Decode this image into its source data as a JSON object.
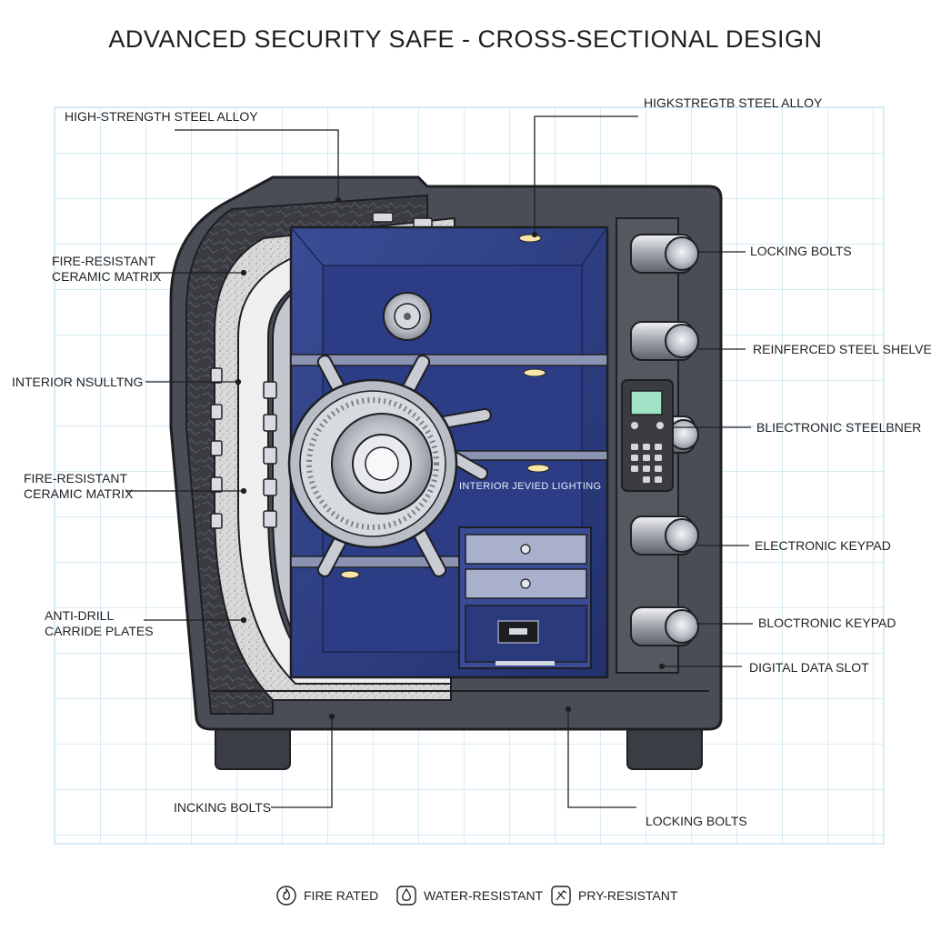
{
  "title": "ADVANCED SECURITY SAFE - CROSS-SECTIONAL DESIGN",
  "labels": {
    "top_left": "HIGH-STRENGTH STEEL ALLOY",
    "top_right": "HIGKSTREGTB STEEL ALLOY",
    "fire_ceramic_1": "FIRE-RESISTANT\nCERAMIC MATRIX",
    "interior_insulating": "INTERIOR NSULLTNG",
    "fire_ceramic_2": "FIRE-RESISTANT\nCERAMIC MATRIX",
    "anti_drill": "ANTI-DRILL\nCARRIDE PLATES",
    "bottom_left": "INCKING BOLTS",
    "bottom_right": "LOCKING BOLTS",
    "locking_bolts": "LOCKING BOLTS",
    "reinforced_shelves": "REINFERCED STEEL SHELVES",
    "electronic_steel": "BLIECTRONIC STEELBNER",
    "electronic_keypad": "ELECTRONIC KEYPAD",
    "bloctronic_keypad": "BLOCTRONIC KEYPAD",
    "digital_data_slot": "DIGITAL DATA SLOT",
    "interior_lighting": "INTERIOR JEVIED LIGHTING"
  },
  "legend": [
    {
      "icon": "flame-icon",
      "label": "FIRE RATED"
    },
    {
      "icon": "water-drop-icon",
      "label": "WATER-RESISTANT"
    },
    {
      "icon": "pry-bar-icon",
      "label": "PRY-RESISTANT"
    }
  ],
  "colors": {
    "grid": "#bfe0ef",
    "body": "#4a4d55",
    "body_dark": "#2f3137",
    "interior": "#2e3f86",
    "interior_dark": "#1f2d66",
    "steel": "#c9ccd2",
    "insulation": "#e9e9e9"
  }
}
